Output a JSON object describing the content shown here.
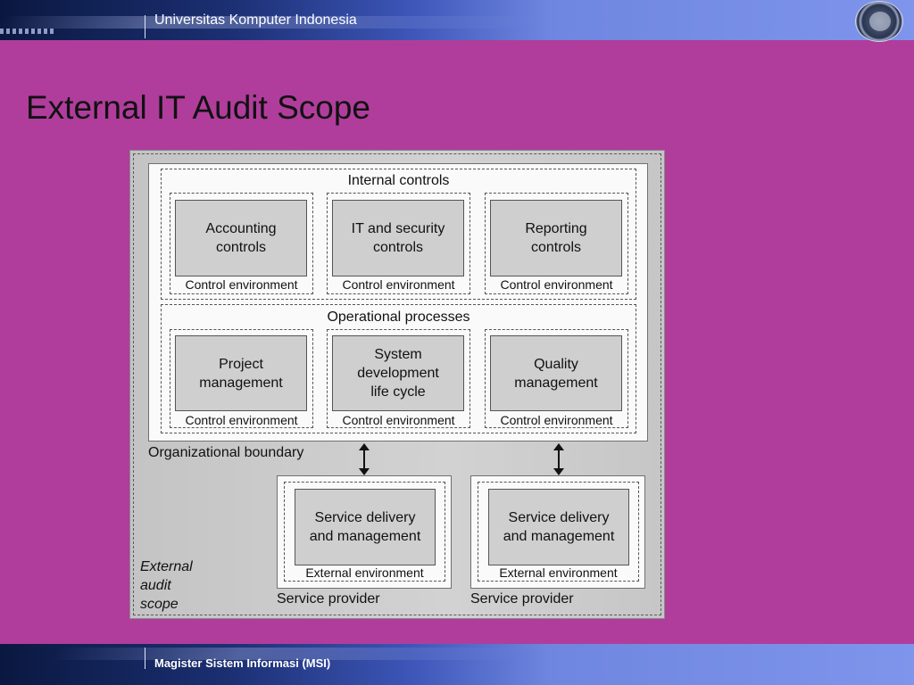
{
  "header": {
    "institution": "Universitas Komputer Indonesia"
  },
  "title": "External IT Audit Scope",
  "diagram": {
    "internal_controls": {
      "title": "Internal controls",
      "boxes": [
        {
          "label": "Accounting\ncontrols",
          "env": "Control environment"
        },
        {
          "label": "IT and security\ncontrols",
          "env": "Control environment"
        },
        {
          "label": "Reporting\ncontrols",
          "env": "Control environment"
        }
      ]
    },
    "operational_processes": {
      "title": "Operational processes",
      "boxes": [
        {
          "label": "Project\nmanagement",
          "env": "Control environment"
        },
        {
          "label": "System\ndevelopment\nlife cycle",
          "env": "Control environment"
        },
        {
          "label": "Quality\nmanagement",
          "env": "Control environment"
        }
      ]
    },
    "org_boundary": "Organizational boundary",
    "audit_scope": "External\naudit\nscope",
    "providers": [
      {
        "label": "Service delivery\nand management",
        "env": "External environment",
        "name": "Service provider"
      },
      {
        "label": "Service delivery\nand management",
        "env": "External environment",
        "name": "Service provider"
      }
    ]
  },
  "footer": {
    "program": "Magister Sistem Informasi (MSI)"
  },
  "colors": {
    "background": "#b03d9c",
    "header_dark": "#0a1840",
    "header_light": "#7f95ec"
  }
}
